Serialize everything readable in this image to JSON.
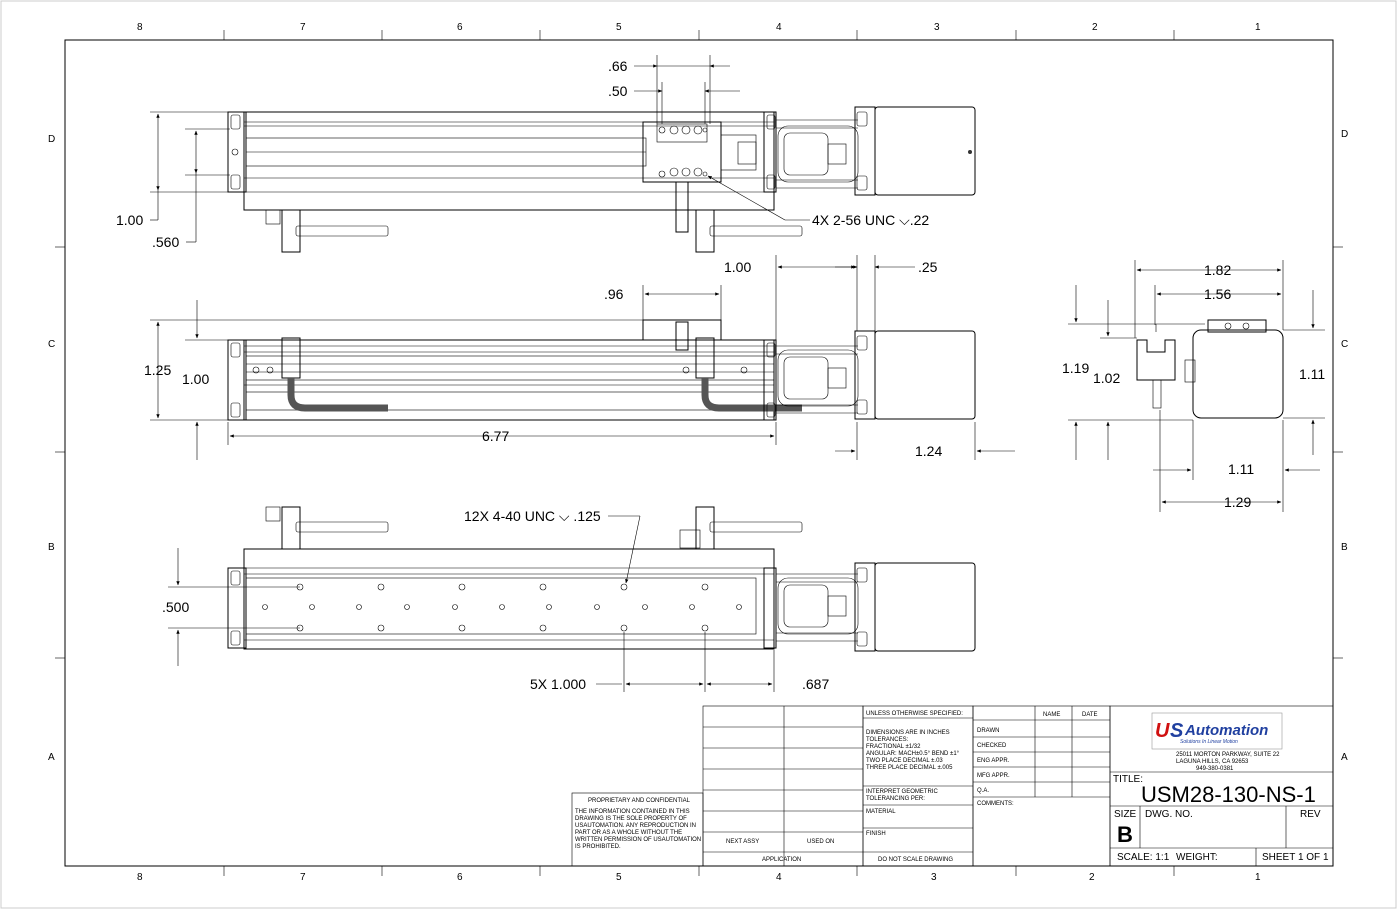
{
  "zones": {
    "columns": [
      "8",
      "7",
      "6",
      "5",
      "4",
      "3",
      "2",
      "1"
    ],
    "rows": [
      "D",
      "C",
      "B",
      "A"
    ]
  },
  "colors": {
    "motor": "#9f9ff0",
    "motor_dark": "#6b6bd0",
    "rail": "#e6e6ee",
    "cable": "#555555"
  },
  "dimensions": {
    "top_66": ".66",
    "top_50": ".50",
    "top_100": "1.00",
    "top_560": ".560",
    "top_tap": "4X 2-56 UNC ⌵.22",
    "mid_96": ".96",
    "mid_100b": "1.00",
    "mid_25": ".25",
    "mid_125": "1.25",
    "mid_100": "1.00",
    "mid_677": "6.77",
    "mid_124": "1.24",
    "side_182": "1.82",
    "side_156": "1.56",
    "side_119": "1.19",
    "side_102": "1.02",
    "side_111r": "1.11",
    "side_111b": "1.11",
    "side_129": "1.29",
    "bot_tap": "12X 4-40 UNC  ⌵ .125",
    "bot_500": ".500",
    "bot_5x": "5X 1.000",
    "bot_687": ".687"
  },
  "title_block": {
    "prop_title": "PROPRIETARY AND CONFIDENTIAL",
    "prop_lines": [
      "THE INFORMATION CONTAINED IN THIS",
      "DRAWING IS THE SOLE PROPERTY OF",
      "USAUTOMATION. ANY REPRODUCTION IN",
      "PART OR AS A WHOLE WITHOUT THE",
      "WRITTEN PERMISSION OF USAUTOMATION",
      "IS PROHIBITED."
    ],
    "next_assy": "NEXT ASSY",
    "used_on": "USED ON",
    "application": "APPLICATION",
    "unless": "UNLESS OTHERWISE SPECIFIED:",
    "tol_lines": [
      "DIMENSIONS ARE IN INCHES",
      "TOLERANCES:",
      "FRACTIONAL ±1/32",
      "ANGULAR: MACH±0.5° BEND ±1°",
      "TWO PLACE DECIMAL  ±.03",
      "THREE PLACE DECIMAL ±.005"
    ],
    "interpret": [
      "INTERPRET GEOMETRIC",
      "TOLERANCING PER:"
    ],
    "material": "MATERIAL",
    "finish": "FINISH",
    "do_not_scale": "DO NOT SCALE DRAWING",
    "name": "NAME",
    "date": "DATE",
    "drawn": "DRAWN",
    "checked": "CHECKED",
    "eng_appr": "ENG APPR.",
    "mfg_appr": "MFG APPR.",
    "qa": "Q.A.",
    "comments": "COMMENTS:",
    "logo_u": "U",
    "logo_s": "S",
    "logo_word": "Automation",
    "logo_tag": "Solutions In Linear Motion",
    "address": [
      "25011 MORTON PARKWAY, SUITE 22",
      "LAGUNA HILLS, CA 92653",
      "949-380-0381"
    ],
    "title_label": "TITLE:",
    "title": "USM28-130-NS-1",
    "size_label": "SIZE",
    "size": "B",
    "dwg_no": "DWG.  NO.",
    "rev": "REV",
    "scale": "SCALE: 1:1",
    "weight": "WEIGHT:",
    "sheet": "SHEET 1 OF 1"
  }
}
